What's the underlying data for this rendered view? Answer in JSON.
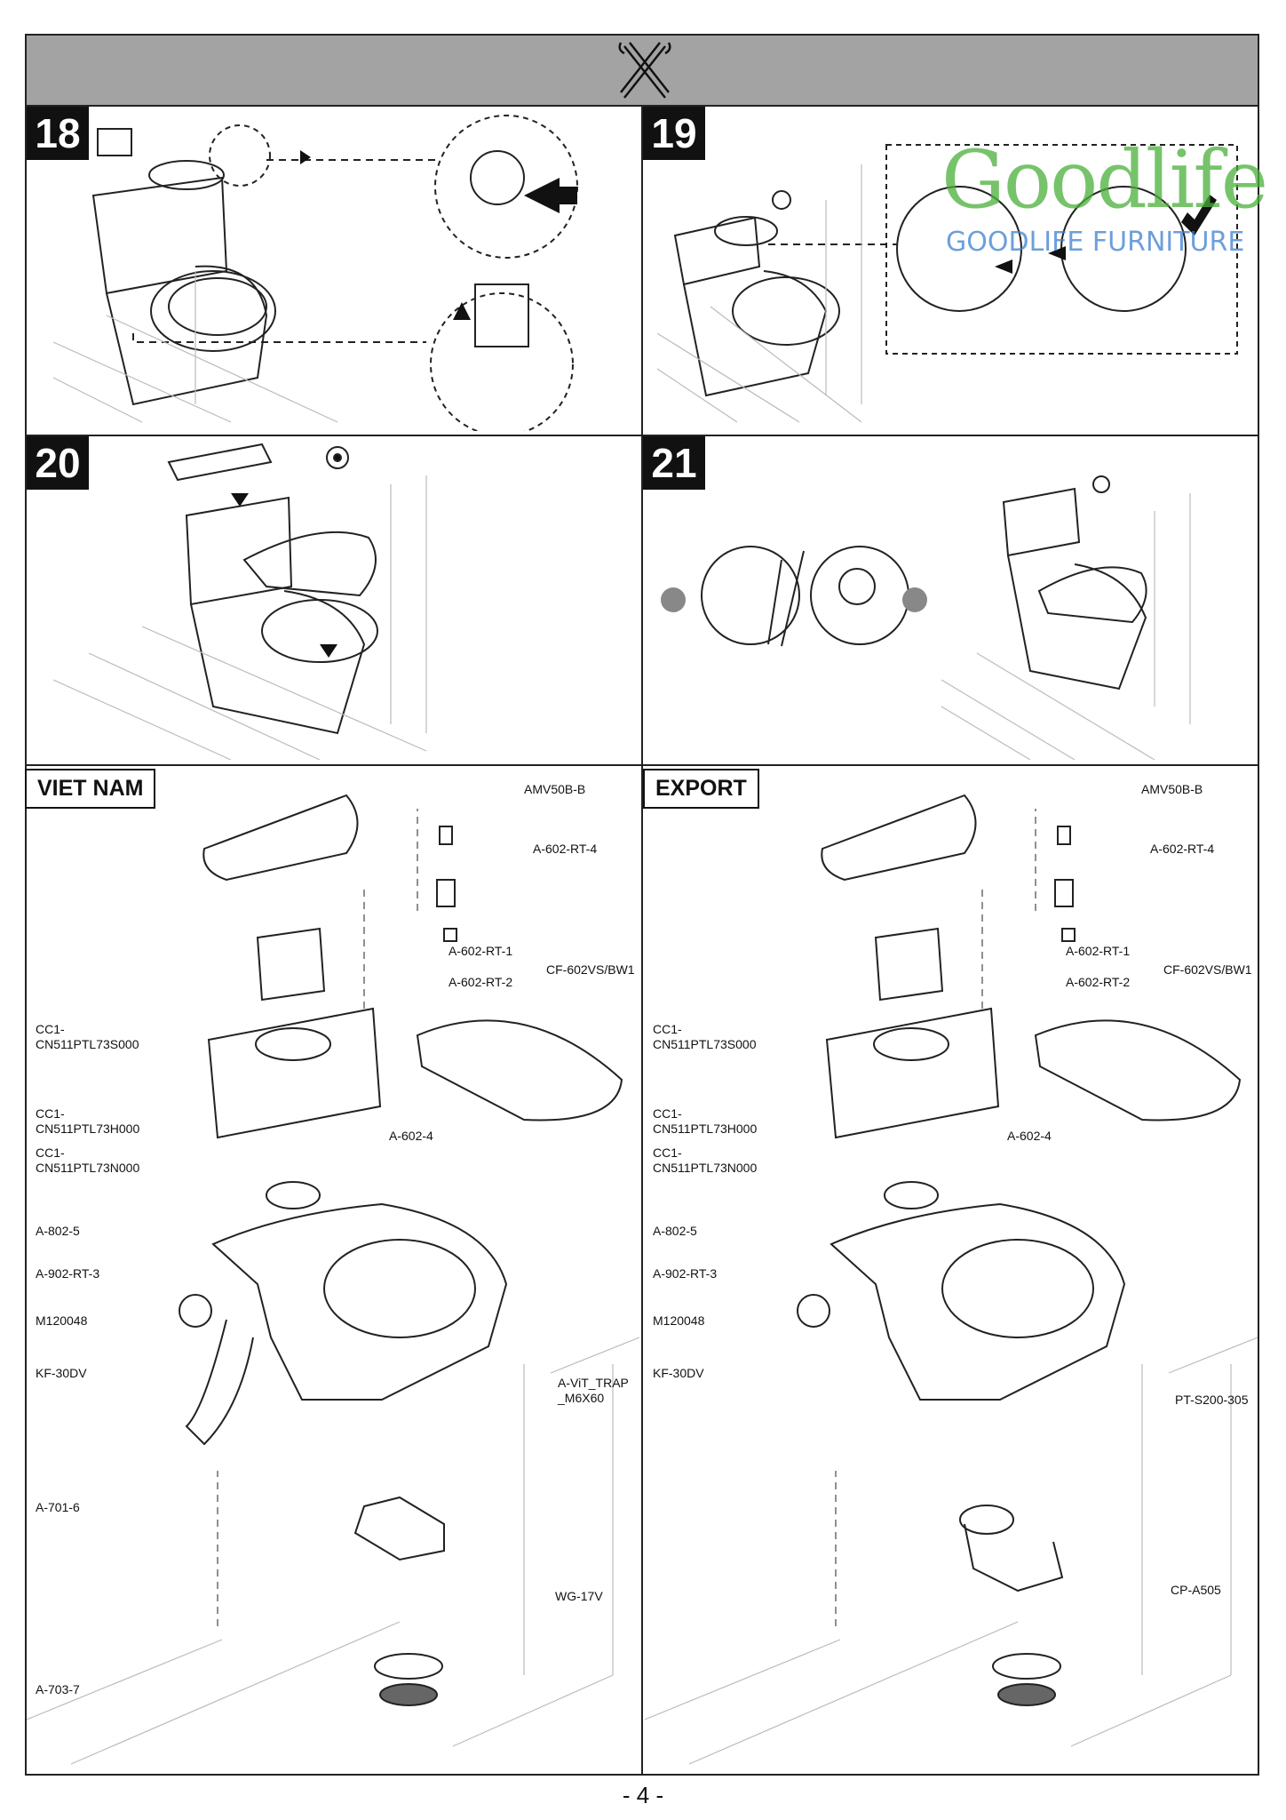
{
  "header": {
    "icon": "wrench-screwdriver-icon"
  },
  "steps": [
    {
      "number": "18"
    },
    {
      "number": "19"
    },
    {
      "number": "20"
    },
    {
      "number": "21"
    }
  ],
  "watermark": {
    "brand": "Goodlife",
    "sub": "GOODLIFE FURNITURE"
  },
  "viet_nam": {
    "title": "VIET NAM",
    "parts": {
      "amv50b": "AMV50B-B",
      "rt4": "A-602-RT-4",
      "rt1": "A-602-RT-1",
      "rt2": "A-602-RT-2",
      "seat": "CF-602VS/BW1",
      "cc1a": "CC1-\nCN511PTL73S000",
      "cc1b": "CC1-\nCN511PTL73H000",
      "cc1c": "CC1-\nCN511PTL73N000",
      "a6024": "A-602-4",
      "a8025": "A-802-5",
      "a902": "A-902-RT-3",
      "m120048": "M120048",
      "kf30dv": "KF-30DV",
      "vittrap": "A-ViT_TRAP\n_M6X60",
      "a7016": "A-701-6",
      "wg17v": "WG-17V",
      "a7037": "A-703-7"
    }
  },
  "export": {
    "title": "EXPORT",
    "parts": {
      "amv50b": "AMV50B-B",
      "rt4": "A-602-RT-4",
      "rt1": "A-602-RT-1",
      "rt2": "A-602-RT-2",
      "seat": "CF-602VS/BW1",
      "cc1a": "CC1-\nCN511PTL73S000",
      "cc1b": "CC1-\nCN511PTL73H000",
      "cc1c": "CC1-\nCN511PTL73N000",
      "a6024": "A-602-4",
      "a8025": "A-802-5",
      "a902": "A-902-RT-3",
      "m120048": "M120048",
      "kf30dv": "KF-30DV",
      "pts200": "PT-S200-305",
      "cpa505": "CP-A505"
    }
  },
  "page_number": "- 4 -"
}
